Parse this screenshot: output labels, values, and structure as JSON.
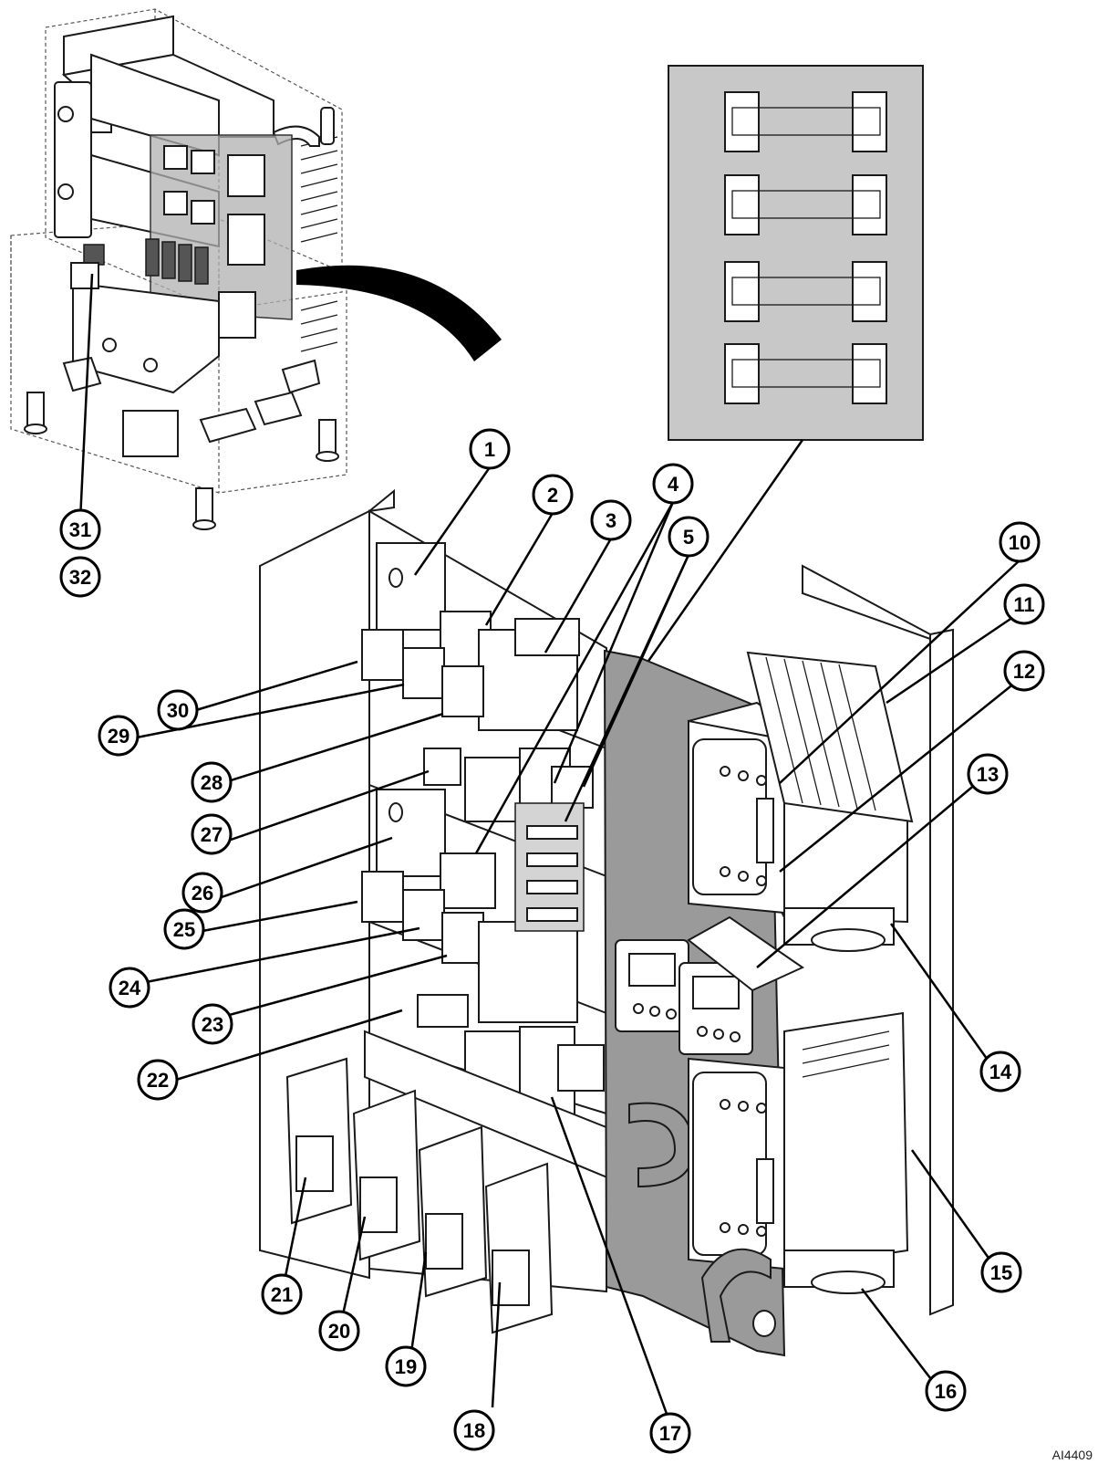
{
  "callouts": [
    {
      "id": "1",
      "label": "1"
    },
    {
      "id": "2",
      "label": "2"
    },
    {
      "id": "3",
      "label": "3"
    },
    {
      "id": "4",
      "label": "4"
    },
    {
      "id": "5",
      "label": "5"
    },
    {
      "id": "10",
      "label": "10"
    },
    {
      "id": "11",
      "label": "11"
    },
    {
      "id": "12",
      "label": "12"
    },
    {
      "id": "13",
      "label": "13"
    },
    {
      "id": "14",
      "label": "14"
    },
    {
      "id": "15",
      "label": "15"
    },
    {
      "id": "16",
      "label": "16"
    },
    {
      "id": "17",
      "label": "17"
    },
    {
      "id": "18",
      "label": "18"
    },
    {
      "id": "19",
      "label": "19"
    },
    {
      "id": "20",
      "label": "20"
    },
    {
      "id": "21",
      "label": "21"
    },
    {
      "id": "22",
      "label": "22"
    },
    {
      "id": "23",
      "label": "23"
    },
    {
      "id": "24",
      "label": "24"
    },
    {
      "id": "25",
      "label": "25"
    },
    {
      "id": "26",
      "label": "26"
    },
    {
      "id": "27",
      "label": "27"
    },
    {
      "id": "28",
      "label": "28"
    },
    {
      "id": "29",
      "label": "29"
    },
    {
      "id": "30",
      "label": "30"
    },
    {
      "id": "31",
      "label": "31"
    },
    {
      "id": "32",
      "label": "32"
    }
  ],
  "drawing_id": "AI4409",
  "colors": {
    "shade": "#9a9a9a",
    "inset_background": "#c8c8c8",
    "line": "#1a1a1a",
    "background": "#ffffff"
  }
}
